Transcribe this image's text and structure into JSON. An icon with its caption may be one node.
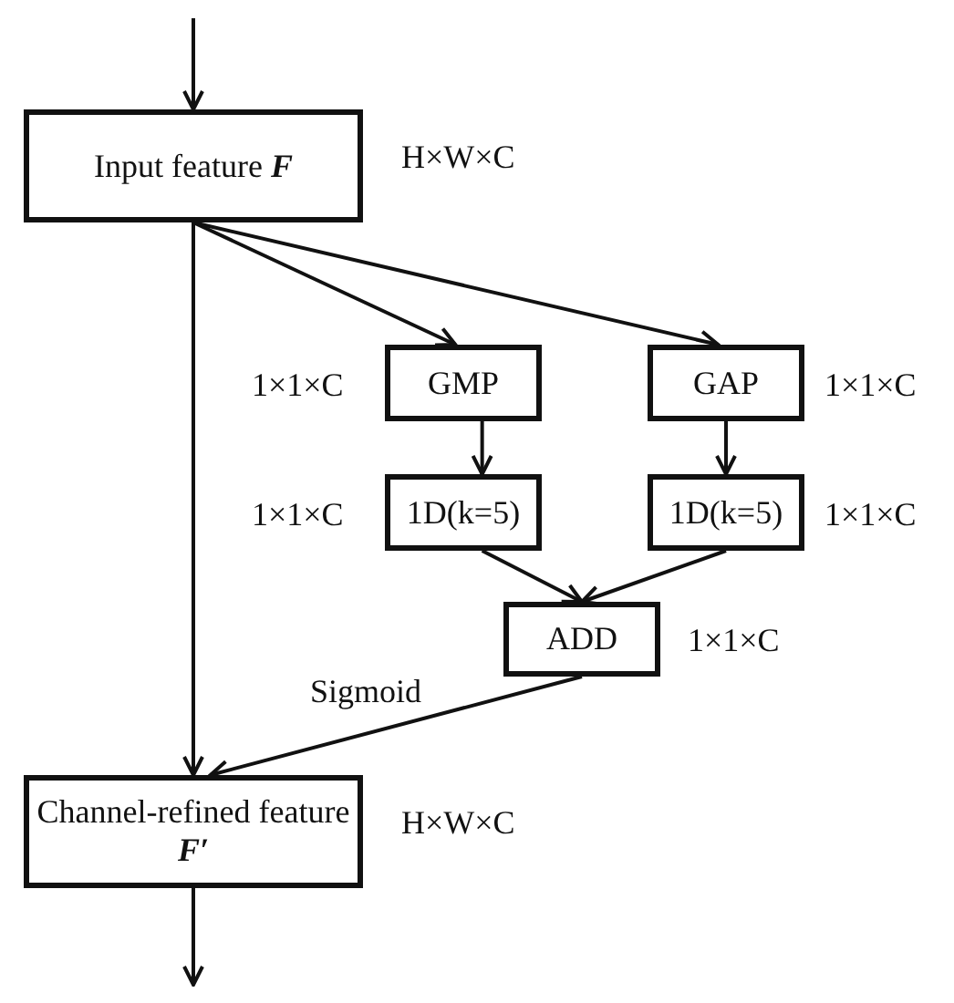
{
  "diagram": {
    "nodes": [
      {
        "text": [
          "Input feature **F**"
        ],
        "beside": [
          "H×W×C"
        ]
      },
      {
        "text": [
          "GMP"
        ],
        "beside": [
          "1×1×C"
        ]
      },
      {
        "text": [
          "GAP"
        ],
        "beside": [
          "1×1×C"
        ]
      },
      {
        "text": [
          "1D(k=5)"
        ],
        "beside": [
          "1×1×C"
        ]
      },
      {
        "text": [
          "1D(k=5)"
        ],
        "beside": [
          "1×1×C"
        ]
      },
      {
        "text": [
          "ADD"
        ],
        "beside": [
          "1×1×C"
        ]
      },
      {
        "text": [
          "Channel-refined feature **F′**"
        ],
        "beside": [
          "H×W×C"
        ]
      }
    ],
    "edges": [
      {
        "from": null,
        "to": 0,
        "arrow": "to"
      },
      {
        "from": 0,
        "to": 1,
        "arrow": "to"
      },
      {
        "from": 0,
        "to": 2,
        "arrow": "to"
      },
      {
        "from": 1,
        "to": 3,
        "arrow": "to"
      },
      {
        "from": 2,
        "to": 4,
        "arrow": "to"
      },
      {
        "from": 3,
        "to": 5,
        "arrow": "to"
      },
      {
        "from": 4,
        "to": 5,
        "arrow": "to"
      },
      {
        "from": 5,
        "to": 6,
        "label": "Sigmoid",
        "arrow": "to"
      },
      {
        "from": 0,
        "to": 6,
        "arrow": "to"
      },
      {
        "from": 6,
        "to": null,
        "arrow": "to"
      }
    ]
  }
}
